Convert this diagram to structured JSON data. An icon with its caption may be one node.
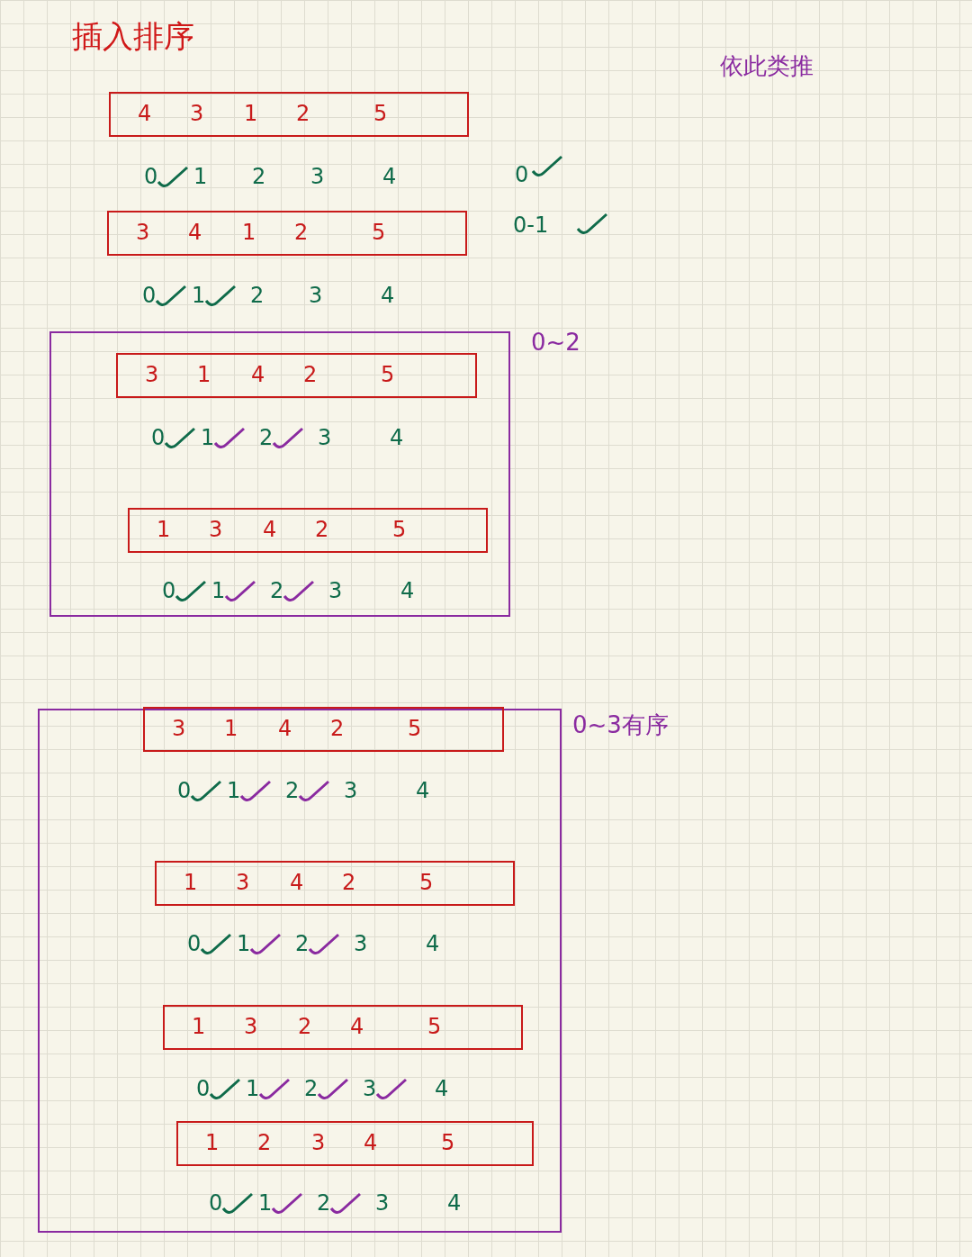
{
  "diagram": {
    "title": "插入排序",
    "nodes": [
      {
        "text": [
          "4",
          "3",
          "1",
          "2",
          "5"
        ]
      },
      {
        "text": [
          "3",
          "4",
          "1",
          "2",
          "5"
        ]
      },
      {
        "text": [],
        "shape": "box",
        "beside": [
          "0~2"
        ]
      },
      {
        "text": [
          "3",
          "1",
          "4",
          "2",
          "5"
        ],
        "in": 2
      },
      {
        "text": [
          "1",
          "3",
          "4",
          "2",
          "5"
        ],
        "in": 2
      },
      {
        "text": [],
        "shape": "box",
        "beside": [
          "0~3有序"
        ]
      },
      {
        "text": [
          "3",
          "1",
          "4",
          "2",
          "5"
        ],
        "in": 5
      },
      {
        "text": [
          "1",
          "3",
          "4",
          "2",
          "5"
        ],
        "in": 5
      },
      {
        "text": [
          "1",
          "3",
          "2",
          "4",
          "5"
        ],
        "in": 5
      },
      {
        "text": [
          "1",
          "2",
          "3",
          "4",
          "5"
        ],
        "in": 5
      }
    ],
    "labels": [
      "依此类推",
      "0",
      "1",
      "2",
      "3",
      "4",
      "0",
      "0-1",
      "0",
      "1",
      "2",
      "3",
      "4",
      "0",
      "1",
      "2",
      "3",
      "4",
      "0",
      "1",
      "2",
      "3",
      "4",
      "0",
      "1",
      "2",
      "3",
      "4",
      "0",
      "1",
      "2",
      "3",
      "4",
      "0",
      "1",
      "2",
      "3",
      "4",
      "0",
      "1",
      "2",
      "3",
      "4"
    ]
  }
}
